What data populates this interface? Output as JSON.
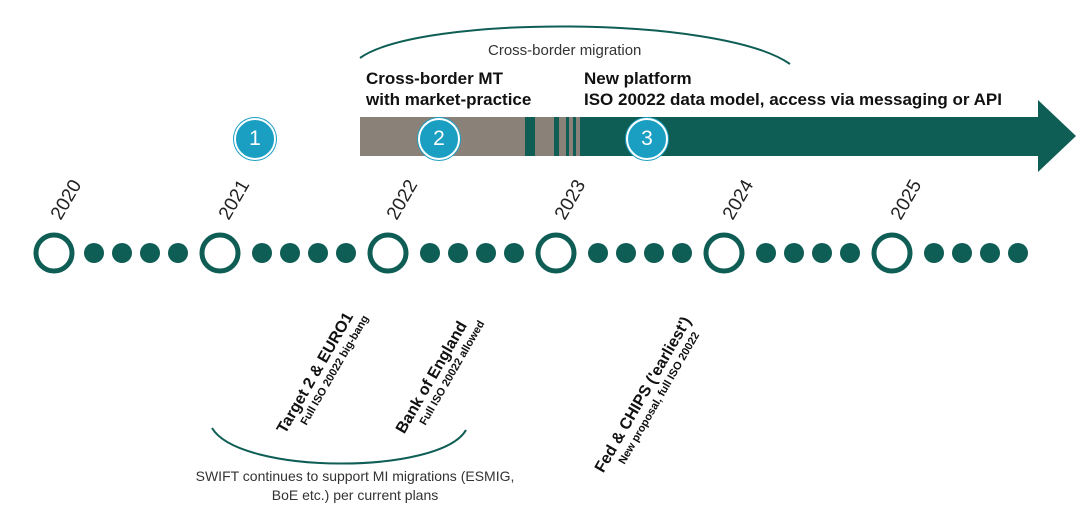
{
  "migration_bracket_label": "Cross-border migration",
  "phases": [
    {
      "lines": [
        "Cross-border MT",
        "with market-practice"
      ]
    },
    {
      "lines": [
        "New platform",
        "ISO 20022 data model, access via messaging or API"
      ]
    }
  ],
  "badges": [
    "1",
    "2",
    "3"
  ],
  "years": [
    "2020",
    "2021",
    "2022",
    "2023",
    "2024",
    "2025"
  ],
  "events": [
    {
      "title": "Target 2 & EURO1",
      "subtitle": "Full ISO 20022 big-bang"
    },
    {
      "title": "Bank of England",
      "subtitle": "Full ISO 20022 allowed"
    },
    {
      "title": "Fed & CHIPS ('earliest')",
      "subtitle": "New proposal, full ISO 20022"
    }
  ],
  "note_lines": [
    "SWIFT continues to support MI migrations (ESMIG,",
    "BoE etc.) per current plans"
  ],
  "colors": {
    "teal": "#0e5e55",
    "grey_band": "#8a8178",
    "badge_blue": "#1a9ec2"
  }
}
